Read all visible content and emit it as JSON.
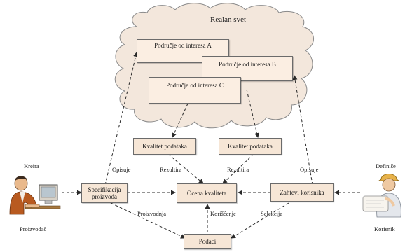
{
  "cloud": {
    "title": "Realan svet",
    "area_a": "Područje od interesa A",
    "area_b": "Područje od interesa B",
    "area_c": "Područje od interesa C"
  },
  "boxes": {
    "quality_left": "Kvalitet podataka",
    "quality_right": "Kvalitet podataka",
    "spec_line1": "Specifikacija",
    "spec_line2": "proizvoda",
    "assessment": "Ocena kvaliteta",
    "requirements": "Zahtevi korisnika",
    "data": "Podaci"
  },
  "edge_labels": {
    "opisuje_left": "Opisuje",
    "rezultira_left": "Rezultira",
    "rezultira_right": "Rezultira",
    "opisuje_right": "Opisuje",
    "proizvodnja": "Proizvodnja",
    "koriscenje": "Korišćenje",
    "selekcija": "Selekcija"
  },
  "actors": {
    "producer_top": "Kreira",
    "producer_bottom": "Proizvođač",
    "user_top": "Definiše",
    "user_bottom": "Korisnik"
  },
  "colors": {
    "box_fill": "#f6e6d6",
    "cloud_fill": "#f3e7dc",
    "line": "#2a2a2a"
  }
}
